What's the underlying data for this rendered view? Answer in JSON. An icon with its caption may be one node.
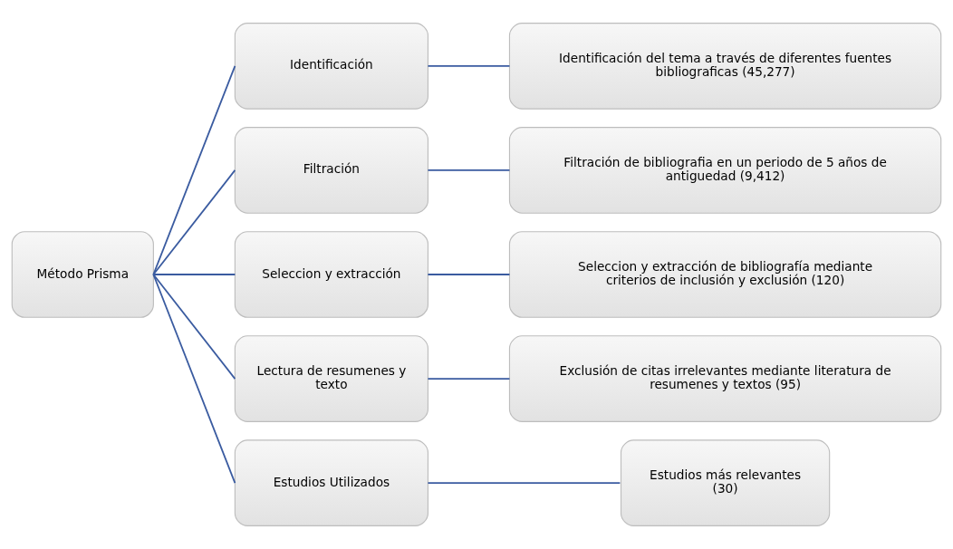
{
  "diagram": {
    "nodes": [
      {
        "text": [
          "Método Prisma"
        ]
      },
      {
        "text": [
          "Identificación"
        ]
      },
      {
        "text": [
          "Identificación del tema a través de diferentes fuentes bibliograficas (45,277)"
        ]
      },
      {
        "text": [
          "Filtración"
        ]
      },
      {
        "text": [
          "Filtración de bibliografia en un periodo de 5 años de antiguedad (9,412)"
        ]
      },
      {
        "text": [
          "Seleccion y extracción"
        ]
      },
      {
        "text": [
          "Seleccion y extracción de bibliografía mediante criterios de inclusión y exclusión (120)"
        ]
      },
      {
        "text": [
          "Lectura de resumenes y texto"
        ]
      },
      {
        "text": [
          "Exclusión de citas irrelevantes mediante literatura de resumenes y textos (95)"
        ]
      },
      {
        "text": [
          "Estudios Utilizados"
        ]
      },
      {
        "text": [
          "Estudios más relevantes (30)"
        ]
      }
    ],
    "edges": [
      {
        "from": 0,
        "to": 1,
        "arrow": "none"
      },
      {
        "from": 0,
        "to": 3,
        "arrow": "none"
      },
      {
        "from": 0,
        "to": 5,
        "arrow": "none"
      },
      {
        "from": 0,
        "to": 7,
        "arrow": "none"
      },
      {
        "from": 0,
        "to": 9,
        "arrow": "none"
      },
      {
        "from": 1,
        "to": 2,
        "arrow": "none"
      },
      {
        "from": 3,
        "to": 4,
        "arrow": "none"
      },
      {
        "from": 5,
        "to": 6,
        "arrow": "none"
      },
      {
        "from": 7,
        "to": 8,
        "arrow": "none"
      },
      {
        "from": 9,
        "to": 10,
        "arrow": "none"
      }
    ]
  }
}
